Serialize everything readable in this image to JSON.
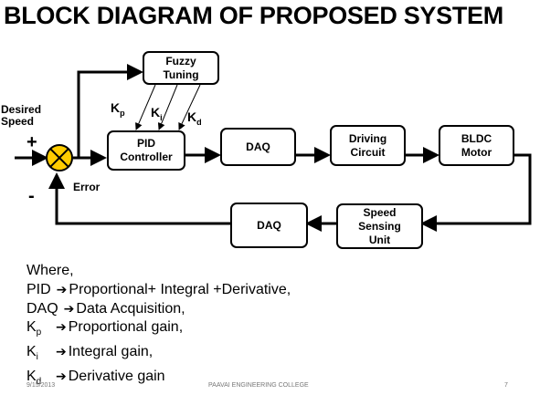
{
  "title": "BLOCK DIAGRAM OF PROPOSED SYSTEM",
  "blocks": {
    "fuzzy": "Fuzzy\nTuning",
    "pid": "PID\nController",
    "daq_forward": "DAQ",
    "driving": "Driving\nCircuit",
    "bldc": "BLDC\nMotor",
    "speed_sensing": "Speed\nSensing\nUnit",
    "daq_feedback": "DAQ"
  },
  "labels": {
    "desired_speed": "Desired\nSpeed",
    "plus": "+",
    "minus": "-",
    "error": "Error"
  },
  "gains": {
    "kp": {
      "base": "K",
      "sub": "p"
    },
    "ki": {
      "base": "K",
      "sub": "i"
    },
    "kd": {
      "base": "K",
      "sub": "d"
    }
  },
  "legend": {
    "intro": "Where,",
    "arrow_icon": "right-arrow-icon",
    "items": [
      {
        "term": "PID",
        "def": "Proportional+ Integral +Derivative,"
      },
      {
        "term": "DAQ",
        "def": "Data Acquisition,"
      },
      {
        "term_base": "K",
        "term_sub": "p",
        "def": "Proportional gain,"
      },
      {
        "term_base": "K",
        "term_sub": "i",
        "def": "Integral gain,"
      },
      {
        "term_base": "K",
        "term_sub": "d",
        "def": "Derivative gain"
      }
    ]
  },
  "footer": {
    "date": "9/15/2013",
    "org": "PAAVAI ENGINEERING COLLEGE",
    "page": "7"
  },
  "colors": {
    "summing_junction_fill": "#ffcc00",
    "wire": "#000000"
  }
}
